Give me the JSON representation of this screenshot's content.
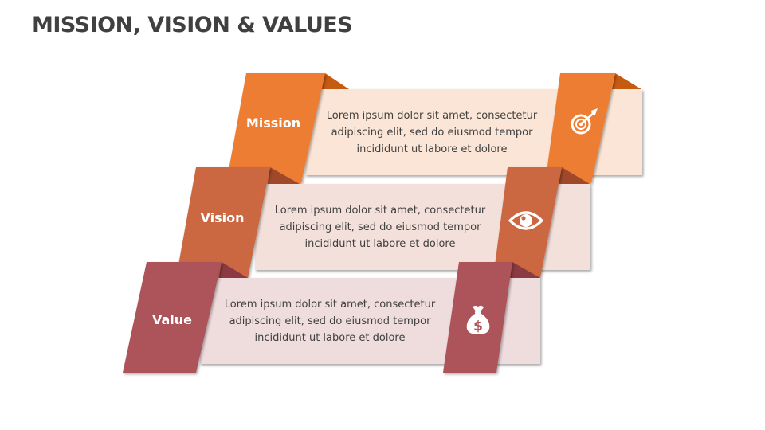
{
  "title": "MISSION, VISION & VALUES",
  "rows": [
    {
      "label": "Mission",
      "text_lines": [
        "Lorem ipsum dolor sit amet, consectetur",
        "adipiscing elit, sed do eiusmod tempor",
        "incididunt ut labore et dolore"
      ],
      "icon": "target-icon",
      "colors": {
        "tab": "#ED7D31",
        "fold": "#C55A11",
        "box": "#FBE5D6"
      }
    },
    {
      "label": "Vision",
      "text_lines": [
        "Lorem ipsum dolor sit amet, consectetur",
        "adipiscing elit, sed do eiusmod tempor",
        "incididunt ut labore et dolore"
      ],
      "icon": "eye-icon",
      "colors": {
        "tab": "#CB6843",
        "fold": "#A0492A",
        "box": "#F4E0DA"
      }
    },
    {
      "label": "Value",
      "text_lines": [
        "Lorem ipsum dolor sit amet, consectetur",
        "adipiscing elit, sed do eiusmod tempor",
        "incididunt ut labore et dolore"
      ],
      "icon": "money-bag-icon",
      "colors": {
        "tab": "#AD535A",
        "fold": "#8A3A40",
        "box": "#EFDCDD"
      }
    }
  ]
}
